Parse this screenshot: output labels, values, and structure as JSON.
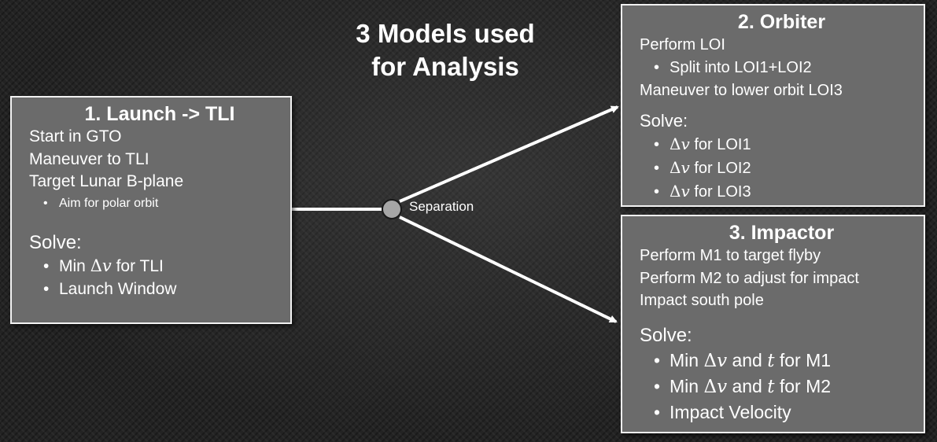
{
  "title": {
    "line1": "3 Models used",
    "line2": "for Analysis"
  },
  "separation_label": "Separation",
  "launch": {
    "heading": "1. Launch -> TLI",
    "lines": [
      "Start in GTO",
      "Maneuver to TLI",
      "Target Lunar B-plane"
    ],
    "sub_bullet": "Aim for polar orbit",
    "solve_label": "Solve:",
    "solve_items": [
      {
        "prefix": "Min ",
        "delta": "Δ",
        "v": "v",
        "suffix": " for TLI"
      },
      {
        "text": "Launch Window"
      }
    ]
  },
  "orbiter": {
    "heading": "2. Orbiter",
    "line1": "Perform LOI",
    "sub_bullet": "Split into LOI1+LOI2",
    "line2": "Maneuver to lower orbit LOI3",
    "solve_label": "Solve:",
    "solve_items": [
      {
        "delta": "Δ",
        "v": "v",
        "suffix": " for LOI1"
      },
      {
        "delta": "Δ",
        "v": "v",
        "suffix": " for LOI2"
      },
      {
        "delta": "Δ",
        "v": "v",
        "suffix": " for LOI3"
      }
    ]
  },
  "impactor": {
    "heading": "3. Impactor",
    "lines": [
      "Perform M1 to target flyby",
      "Perform M2 to adjust for impact",
      "Impact south pole"
    ],
    "solve_label": "Solve:",
    "solve_items": [
      {
        "prefix": "Min ",
        "delta": "Δ",
        "v": "v",
        "mid": " and ",
        "t": "t",
        "suffix": " for M1"
      },
      {
        "prefix": "Min ",
        "delta": "Δ",
        "v": "v",
        "mid": " and ",
        "t": "t",
        "suffix": " for M2"
      },
      {
        "text": "Impact Velocity"
      }
    ]
  },
  "colors": {
    "box_fill": "#6b6b6b",
    "box_border": "#f2f2f2",
    "node_fill": "#a6a6a6",
    "connector": "#ffffff"
  }
}
